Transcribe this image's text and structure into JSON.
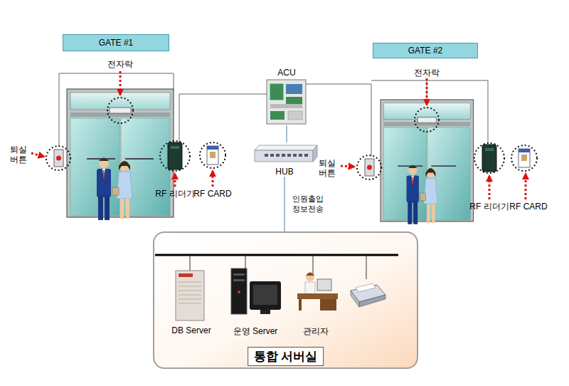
{
  "diagram": {
    "nodes": [
      {
        "text": [
          "GATE #1"
        ]
      },
      {
        "text": [
          "GATE #2"
        ]
      },
      {
        "text": [
          "ACU"
        ]
      },
      {
        "text": [
          "HUB"
        ]
      },
      {
        "text": [
          "통합 서버실"
        ]
      },
      {
        "text": [
          "DB Server"
        ],
        "in": 4
      },
      {
        "text": [
          "운영 Server"
        ],
        "in": 4
      },
      {
        "text": [
          "관리자"
        ],
        "in": 4
      }
    ],
    "edges": [
      {
        "from": 2,
        "to": 3,
        "arrow": "none"
      },
      {
        "from": 3,
        "to": 4,
        "label": "인원출입 정보전송",
        "arrow": "none"
      }
    ],
    "labels": [
      "전자락",
      "퇴실 버튼",
      "RF 리더기",
      "RF CARD",
      "전자락",
      "퇴실 버튼",
      "RF 리더기",
      "RF CARD"
    ]
  }
}
